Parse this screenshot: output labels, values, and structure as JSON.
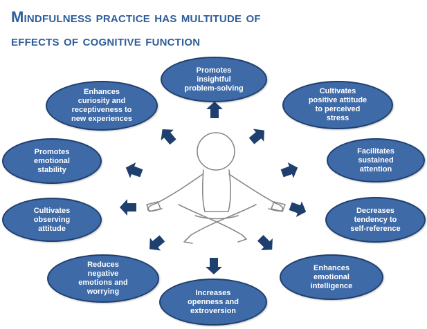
{
  "title": {
    "line1": "Mindfulness practice has multitude of",
    "line2": "effects of cognitive function"
  },
  "effects": [
    "Promotes\ninsightful\nproblem-solving",
    "Enhances\ncuriosity and\nreceptiveness to\nnew experiences",
    "Cultivates\npositive attitude\nto perceived\nstress",
    "Promotes\nemotional\nstability",
    "Facilitates\nsustained\nattention",
    "Cultivates\nobserving\nattitude",
    "Decreases\ntendency to\nself-reference",
    "Reduces\nnegative\nemotions and\nworrying",
    "Enhances\nemotional\nintelligence",
    "Increases\nopenness and\nextroversion"
  ],
  "colors": {
    "title": "#2e5d9a",
    "oval_fill": "#3e6aa8",
    "oval_border": "#1f3f6e",
    "arrow": "#1f3f6e",
    "figure_stroke": "#888888"
  }
}
